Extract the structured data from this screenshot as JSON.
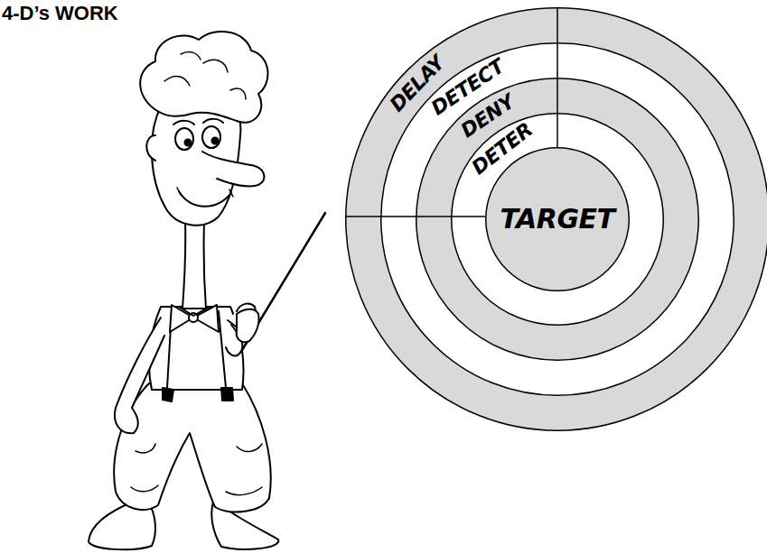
{
  "diagram": {
    "title": "4-D’s WORK",
    "nodes": [
      {
        "text": [
          "DELAY"
        ]
      },
      {
        "text": [
          "DETECT"
        ],
        "in": 0
      },
      {
        "text": [
          "DENY"
        ],
        "in": 1
      },
      {
        "text": [
          "DETER"
        ],
        "in": 2
      },
      {
        "text": [
          "TARGET"
        ],
        "in": 3
      }
    ]
  }
}
